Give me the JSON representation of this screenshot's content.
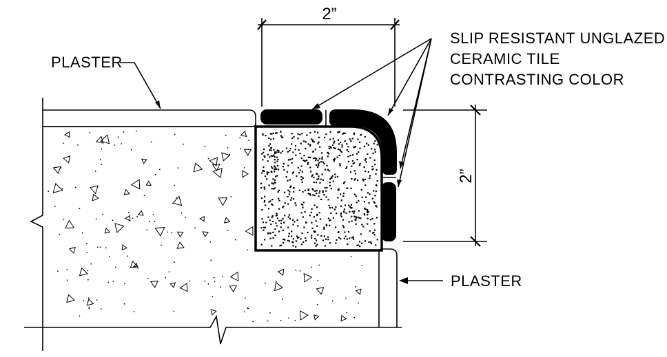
{
  "labels": {
    "plaster_top": "PLASTER",
    "plaster_right": "PLASTER",
    "tile_line1": "SLIP RESISTANT UNGLAZED",
    "tile_line2": "CERAMIC TILE",
    "tile_line3": "CONTRASTING COLOR"
  },
  "dimensions": {
    "horizontal": "2”",
    "vertical": "2”"
  },
  "colors": {
    "ink": "#000000",
    "paper": "#ffffff"
  }
}
